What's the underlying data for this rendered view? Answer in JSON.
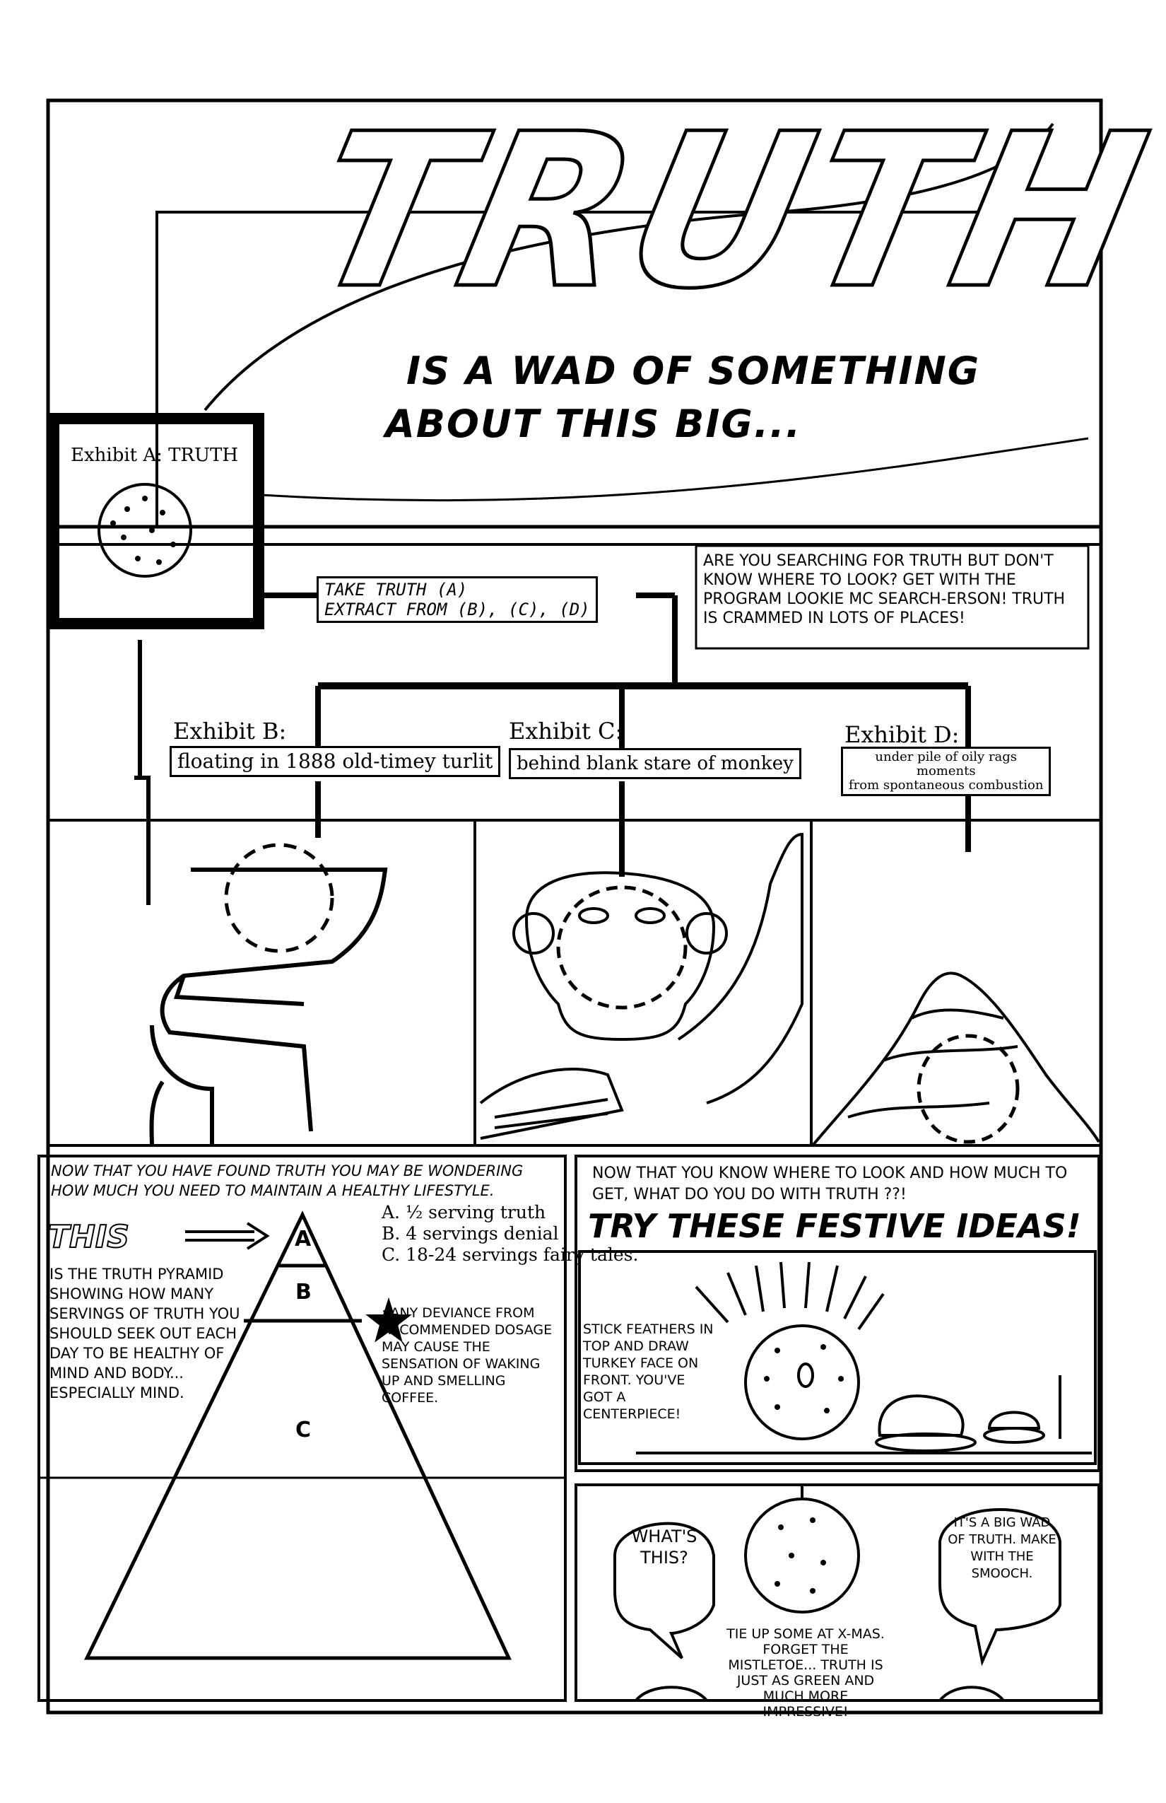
{
  "title": "TRUTH",
  "subtitle_line1": "IS A WAD OF SOMETHING",
  "subtitle_line2": "ABOUT THIS BIG...",
  "exhibit_a_label": "Exhibit A: TRUTH",
  "instruction_line1": "TAKE TRUTH (A)",
  "instruction_line2": "EXTRACT FROM (B), (C), (D)",
  "search_note": "ARE YOU SEARCHING FOR TRUTH BUT DON'T KNOW WHERE TO LOOK? GET WITH THE PROGRAM Lookie Mc Search-erson! TRUTH IS CRAMMED IN LOTS OF PLACES!",
  "exhibit_b": {
    "title": "Exhibit B:",
    "caption": "floating in 1888 old-timey turlit"
  },
  "exhibit_c": {
    "title": "Exhibit C:",
    "caption": "behind blank stare of monkey"
  },
  "exhibit_d": {
    "title": "Exhibit D:",
    "caption_line1": "under pile of oily rags",
    "caption_line2": "moments",
    "caption_line3": "from spontaneous combustion"
  },
  "pyramid_intro": "NOW THAT YOU HAVE FOUND TRUTH YOU MAY BE WONDERING HOW MUCH YOU NEED TO MAINTAIN A HEALTHY LIFESTYLE.",
  "this_word": "THIS",
  "pyramid_desc": "IS THE TRUTH PYRAMID SHOWING HOW MANY SERVINGS OF TRUTH YOU SHOULD SEEK OUT EACH DAY TO BE HEALTHY OF MIND AND BODY... ESPECIALLY MIND.",
  "servings": [
    "A. ½ serving truth",
    "B. 4 servings denial",
    "C. 18-24 servings fairy tales."
  ],
  "deviance_note": ": ANY DEVIANCE FROM RECOMMENDED DOSAGE MAY CAUSE THE SENSATION OF WAKING UP AND SMELLING COFFEE.",
  "pyramid_labels": {
    "a": "A",
    "b": "B",
    "c": "C"
  },
  "ideas_intro": "NOW THAT YOU KNOW WHERE TO LOOK AND HOW MUCH TO GET, WHAT DO YOU DO WITH TRUTH ??!",
  "ideas_title": "TRY THESE FESTIVE IDEAS!",
  "turkey_tip": "STICK FEATHERS IN TOP AND DRAW TURKEY FACE ON FRONT. YOU'VE GOT A CENTERPIECE!",
  "bubble_left": "WHAT'S THIS?",
  "bubble_right": "IT'S A BIG WAD OF TRUTH. MAKE WITH THE SMOOCH.",
  "xmas_tip": "TIE UP SOME AT X-MAS. FORGET THE MISTLETOE... TRUTH IS JUST AS GREEN AND MUCH MORE IMPRESSIVE!"
}
